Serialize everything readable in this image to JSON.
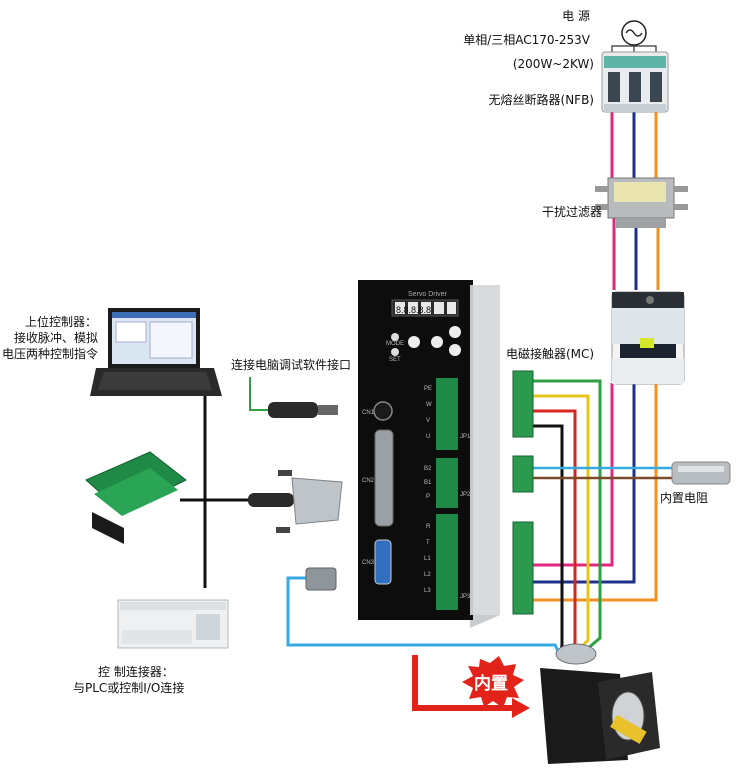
{
  "power_source": {
    "title": "电 源",
    "phase": "单相/三相AC170-253V",
    "range": "(200W~2KW)",
    "breaker": "无熔丝断路器(NFB)"
  },
  "filter": {
    "label": "干扰过滤器"
  },
  "contactor": {
    "label": "电磁接触器(MC)"
  },
  "resistor": {
    "label": "内置电阻"
  },
  "host_controller": {
    "line1": "上位控制器：",
    "line2": "接收脉冲、模拟",
    "line3": "电压两种控制指令"
  },
  "pc_interface": {
    "label": "连接电脑调试软件接口"
  },
  "control_connector": {
    "line1": "控  制连接器：",
    "line2": "与PLC或控制I/O连接"
  },
  "builtin_badge": {
    "label": "内置"
  },
  "drive": {
    "brand": "Servo Driver",
    "display": "8.8.8.8.8",
    "cn1": "CN1",
    "cn2": "CN2",
    "cn3": "CN3",
    "jp1": "JP1",
    "jp2": "JP2",
    "jp3": "JP3",
    "mode_btn": "MODE",
    "set_btn": "SET",
    "term_pe": "PE",
    "term_w": "W",
    "term_v": "V",
    "term_u": "U",
    "term_b2": "B2",
    "term_b1": "B1",
    "term_p": "P",
    "term_r": "R",
    "term_t": "T",
    "term_l1": "L1",
    "term_l2": "L2",
    "term_l3": "L3"
  },
  "colors": {
    "line_magenta": "#e0287e",
    "line_navy": "#1f2f8c",
    "line_orange": "#f29120",
    "line_green": "#2ea043",
    "line_yellow": "#e6c619",
    "line_red": "#d7261e",
    "line_black": "#111111",
    "line_cyan": "#36a9e1",
    "badge_red": "#e2231a"
  }
}
